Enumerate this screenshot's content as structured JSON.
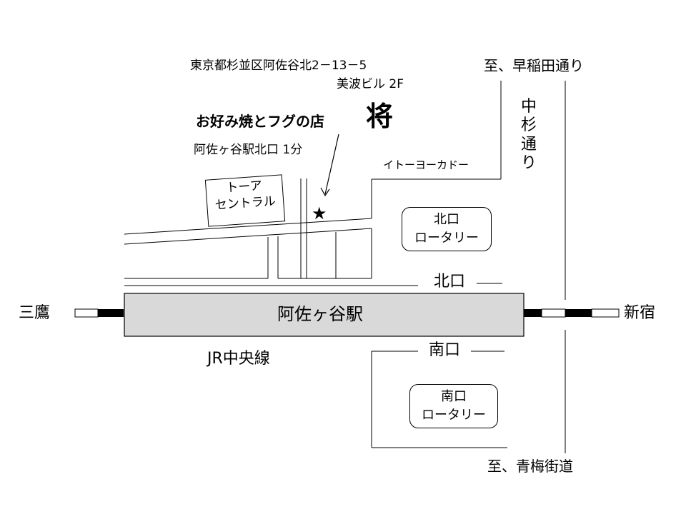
{
  "address": {
    "line1": "東京都杉並区阿佐谷北2－13－5",
    "line2": "美波ビル 2F"
  },
  "shop": {
    "tagline": "お好み焼とフグの店",
    "name": "将",
    "access": "阿佐ヶ谷駅北口 1分",
    "marker_glyph": "★"
  },
  "landmarks": {
    "ito_yokado": "イトーヨーカドー",
    "toa_central": [
      "トーア",
      "セントラル"
    ],
    "north_rotary": [
      "北口",
      "ロータリー"
    ],
    "south_rotary": [
      "南口",
      "ロータリー"
    ]
  },
  "roads": {
    "to_waseda": "至、早稲田通り",
    "nakasugi": [
      "中",
      "杉",
      "通",
      "り"
    ],
    "to_ome": "至、青梅街道"
  },
  "station": {
    "name": "阿佐ヶ谷駅",
    "north_exit": "北口",
    "south_exit": "南口",
    "line": "JR中央線",
    "west": "三鷹",
    "east": "新宿"
  }
}
